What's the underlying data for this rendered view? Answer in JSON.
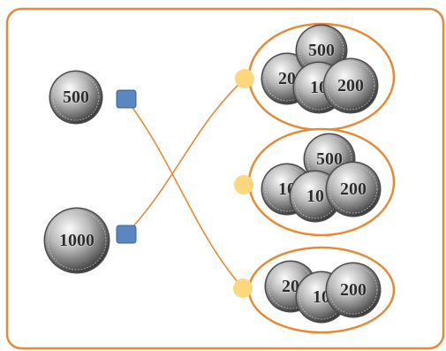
{
  "left_coins": [
    {
      "value": "500"
    },
    {
      "value": "1000"
    }
  ],
  "groups": [
    {
      "coins": [
        "20",
        "500",
        "10",
        "200"
      ]
    },
    {
      "coins": [
        "10",
        "500",
        "10",
        "200"
      ]
    },
    {
      "coins": [
        "20",
        "10",
        "200"
      ]
    }
  ],
  "connections": [
    {
      "from": "500",
      "to": 2
    },
    {
      "from": "1000",
      "to": 0
    }
  ],
  "colors": {
    "frame": "#e48b37",
    "oval": "#e48b37",
    "line": "#e48b37",
    "handle": "#5b86c0",
    "dot": "#fcd77c"
  }
}
